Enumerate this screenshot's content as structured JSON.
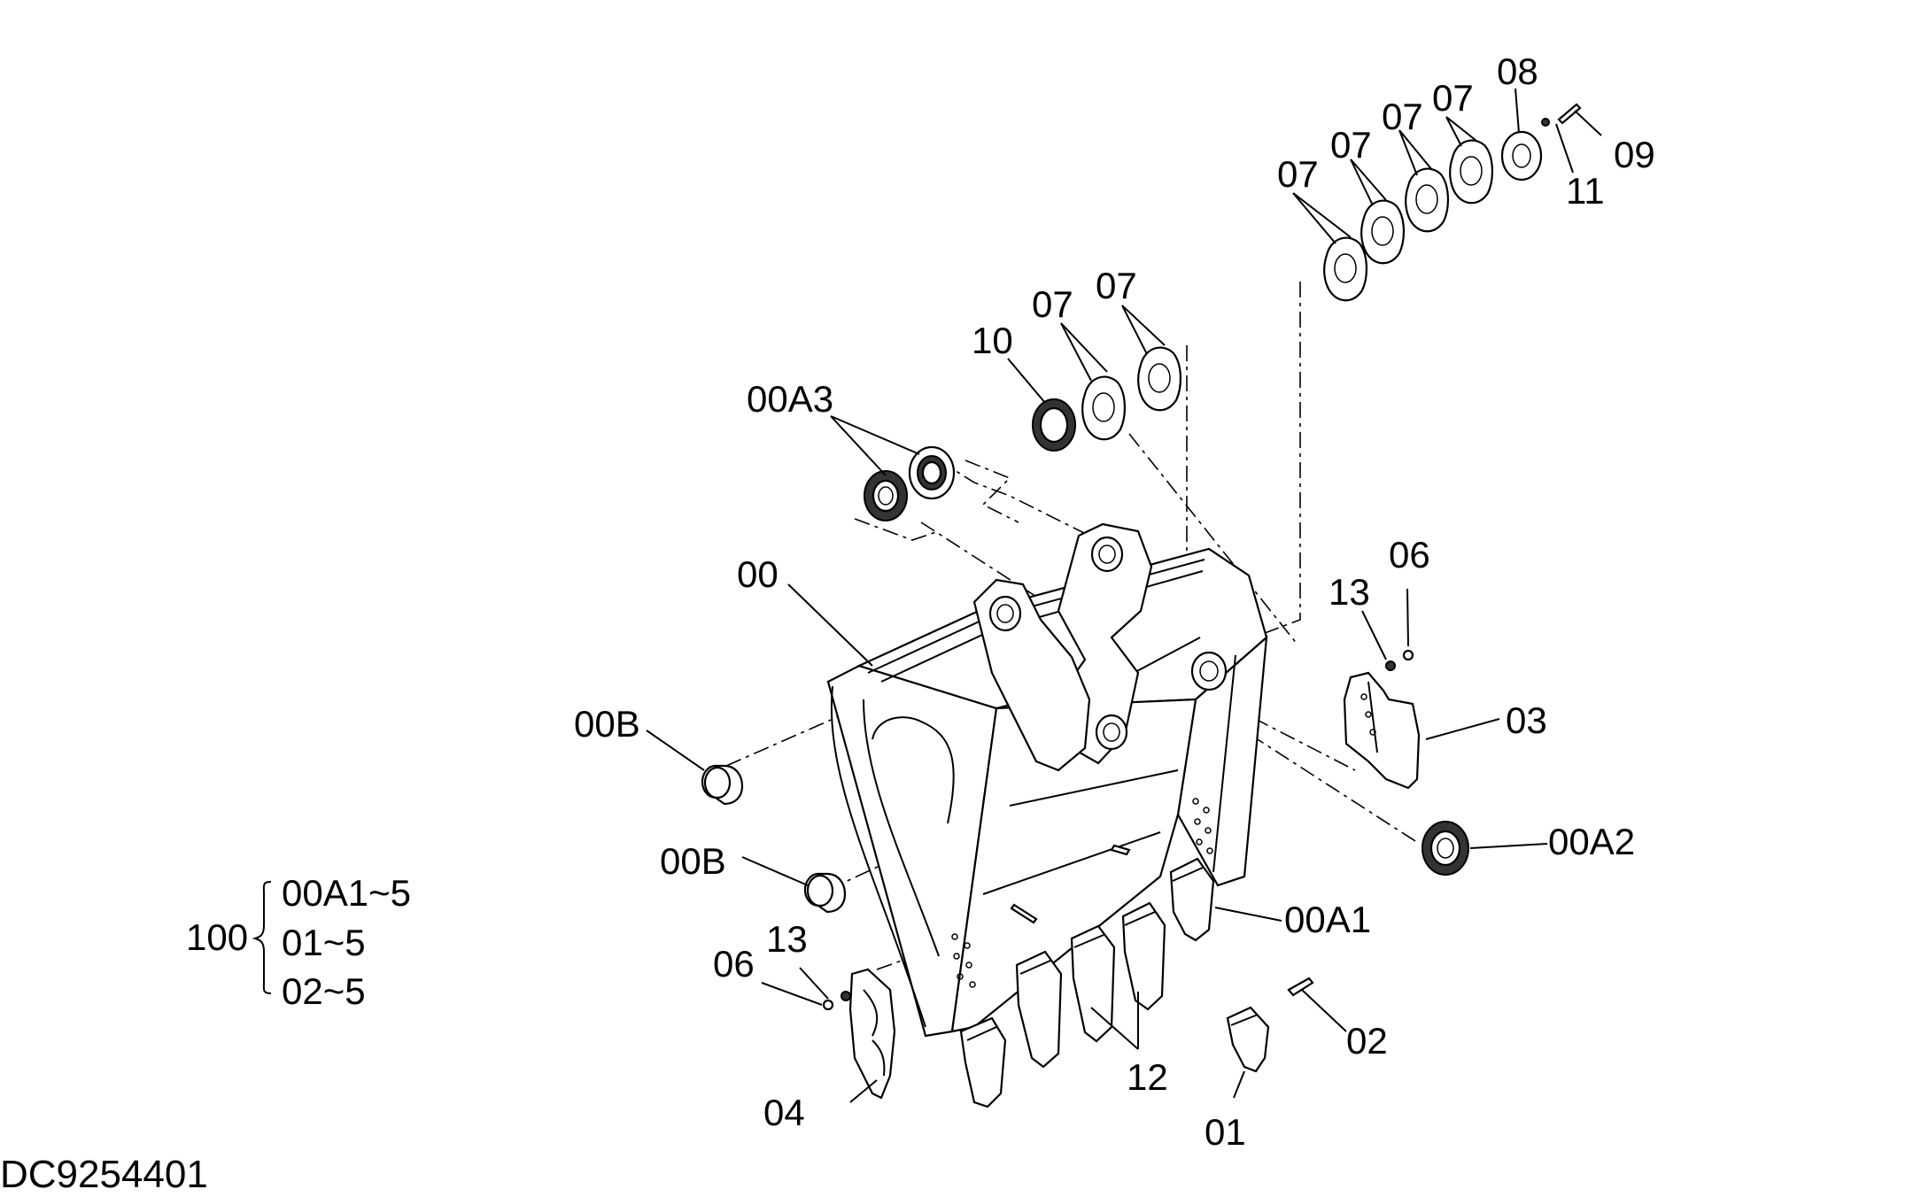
{
  "drawing_code": "DC9254401",
  "labels": {
    "l00": "00",
    "l00B_a": "00B",
    "l00B_b": "00B",
    "l00A1": "00A1",
    "l00A2": "00A2",
    "l00A3": "00A3",
    "l01": "01",
    "l02": "02",
    "l03": "03",
    "l04": "04",
    "l06_a": "06",
    "l06_b": "06",
    "l07_a": "07",
    "l07_b": "07",
    "l07_c": "07",
    "l07_d": "07",
    "l07_e": "07",
    "l07_f": "07",
    "l08": "08",
    "l09": "09",
    "l10": "10",
    "l11": "11",
    "l12": "12",
    "l13_a": "13",
    "l13_b": "13"
  },
  "assembly": {
    "number": "100",
    "items": [
      "00A1~5",
      "01~5",
      "02~5"
    ]
  }
}
